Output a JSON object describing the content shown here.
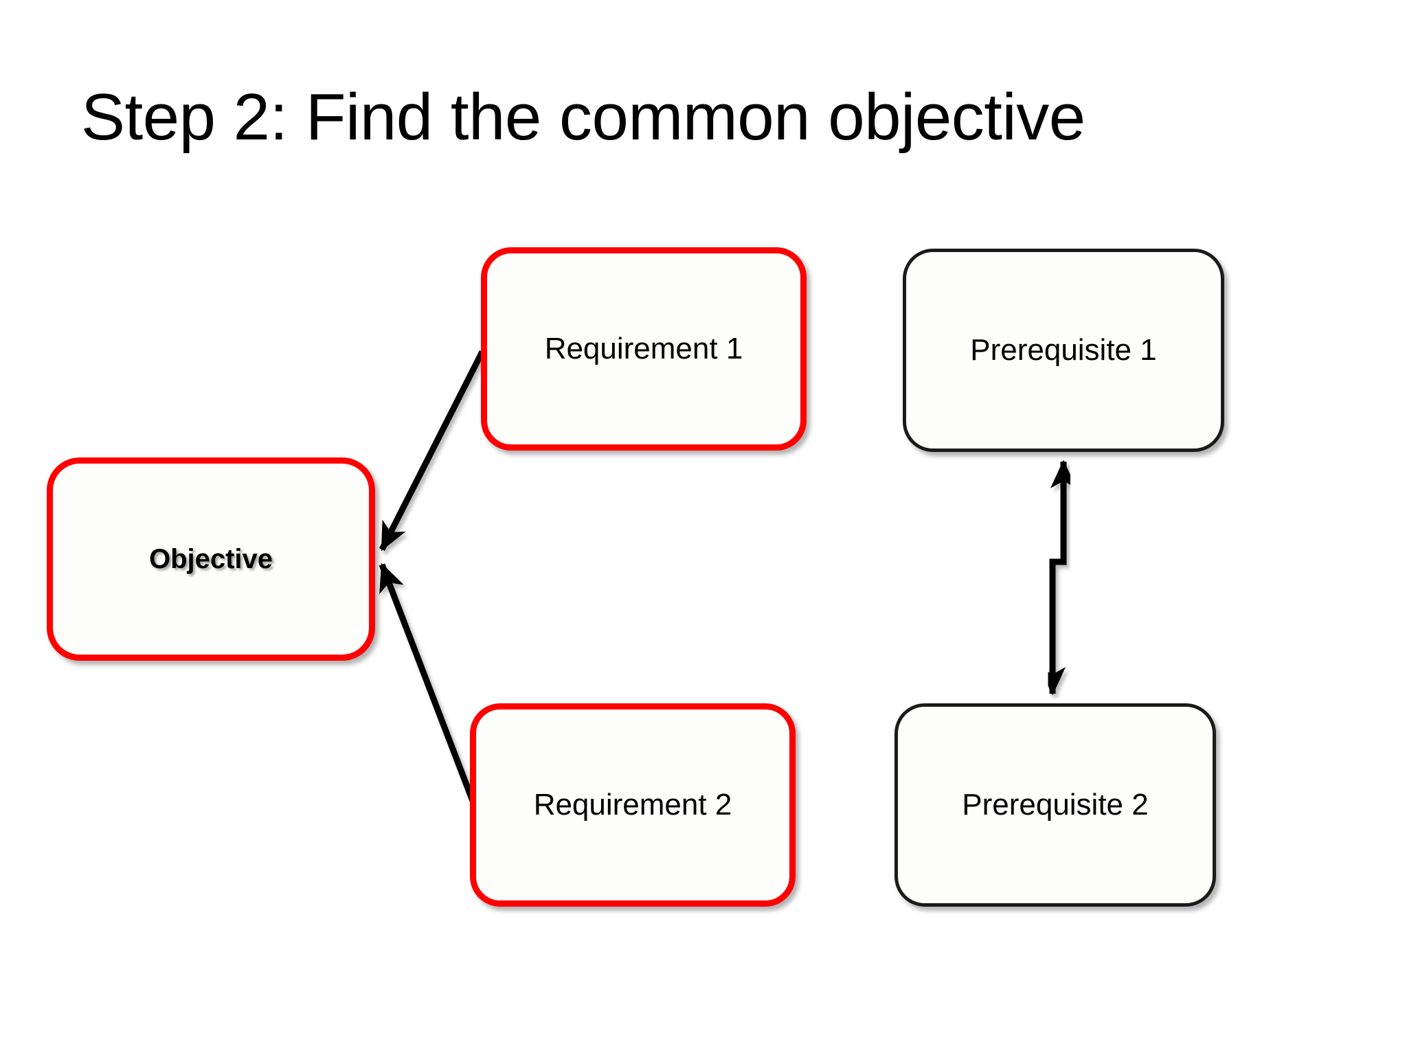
{
  "slide": {
    "title": "Step 2: Find the common objective",
    "background_color": "#ffffff"
  },
  "colors": {
    "highlight_border": "#ff0000",
    "plain_border": "#1a1a1a",
    "node_fill": "#fdfdfc",
    "connector": "#000000",
    "text": "#000000"
  },
  "diagram": {
    "type": "flowchart",
    "nodes": [
      {
        "id": "objective",
        "label": "Objective",
        "border_color": "#ff0000",
        "emphasis": "bold",
        "column": "left"
      },
      {
        "id": "requirement-1",
        "label": "Requirement 1",
        "border_color": "#ff0000",
        "emphasis": "normal",
        "column": "middle"
      },
      {
        "id": "requirement-2",
        "label": "Requirement 2",
        "border_color": "#ff0000",
        "emphasis": "normal",
        "column": "middle"
      },
      {
        "id": "prerequisite-1",
        "label": "Prerequisite 1",
        "border_color": "#1a1a1a",
        "emphasis": "normal",
        "column": "right"
      },
      {
        "id": "prerequisite-2",
        "label": "Prerequisite 2",
        "border_color": "#1a1a1a",
        "emphasis": "normal",
        "column": "right"
      }
    ],
    "edges": [
      {
        "id": "edge-req1-objective",
        "from": "requirement-1",
        "to": "objective",
        "style": "diagonal",
        "arrowheads": "end"
      },
      {
        "id": "edge-req2-objective",
        "from": "requirement-2",
        "to": "objective",
        "style": "diagonal",
        "arrowheads": "end"
      },
      {
        "id": "edge-pre1-req1",
        "from": "prerequisite-1",
        "to": "requirement-1",
        "style": "straight-horizontal",
        "arrowheads": "end"
      },
      {
        "id": "edge-pre2-req2",
        "from": "prerequisite-2",
        "to": "requirement-2",
        "style": "straight-horizontal",
        "arrowheads": "end"
      },
      {
        "id": "edge-pre1-pre2",
        "from": "prerequisite-2",
        "to": "prerequisite-1",
        "style": "elbow-vertical",
        "arrowheads": "both"
      }
    ]
  }
}
